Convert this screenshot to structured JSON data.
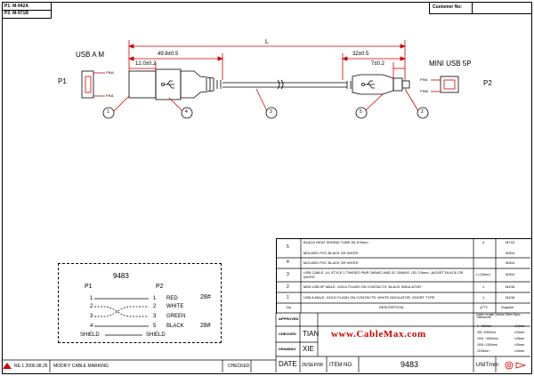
{
  "header": {
    "p1_label": "P1: M-942A",
    "p2_label": "P2: M-971B",
    "customer_no_label": "Customer No:",
    "customer_no_value": ""
  },
  "drawing": {
    "left_connector_name": "USB A M",
    "left_plug_label": "P1",
    "left_pin_top": "PIN4",
    "left_pin_bottom": "PIN1",
    "right_connector_name": "MINI USB 5P",
    "right_plug_label": "P2",
    "right_pin_top": "PIN1",
    "right_pin_bottom": "PIN5",
    "dim_left_long": "49.8±0.5",
    "dim_left_short": "12.0±0.2",
    "dim_total": "L",
    "dim_right_long": "32±0.5",
    "dim_right_short": "7±0.2",
    "callouts": [
      "1",
      "4",
      "3",
      "5",
      "2"
    ]
  },
  "wiring": {
    "number": "9483",
    "p1": "P1",
    "p2": "P2",
    "rows": [
      {
        "left": "1",
        "right": "1",
        "color": "RED",
        "awg": "28#"
      },
      {
        "left": "2",
        "right": "2",
        "color": "WHITE",
        "awg": ""
      },
      {
        "left": "3",
        "right": "3",
        "color": "GREEN",
        "awg": ""
      },
      {
        "left": "4",
        "right": "5",
        "color": "BLACK",
        "awg": "28#"
      },
      {
        "left": "SHIELD",
        "right": "SHIELD",
        "color": "",
        "awg": ""
      }
    ]
  },
  "bom": {
    "items": [
      {
        "no": "5",
        "desc": "BLACK HEAT SHRINK TUBE Ø1.5*5mm",
        "qty": "4",
        "supplier": "M743"
      },
      {
        "no": "5",
        "desc": "MOLDED PVC BLACK OR WHITE",
        "qty": "",
        "supplier": "M304"
      },
      {
        "no": "4",
        "desc": "MOLDED PVC BLACK OR WHITE",
        "qty": "",
        "supplier": "M304"
      },
      {
        "no": "3",
        "desc": "USB CABLE, UL STYLE 1 TWISED PAIR 28AWG AND 2C 28AWG, OD 3.5mm, JACKET BLACK OR WHITE",
        "qty": "L=20mm",
        "supplier": "M304"
      },
      {
        "no": "2",
        "desc": "MINI USB 5P MALE, GOLD FLASH ON CONTACTS, BLACK INSULATOR",
        "qty": "1",
        "supplier": "M108"
      },
      {
        "no": "1",
        "desc": "USB A MALE, GOLD FLASH ON CONTACTS, WHITE INSULATOR, SHORT TYPE",
        "qty": "1",
        "supplier": "M108"
      }
    ],
    "head_no": "No",
    "head_desc": "DESCRIPTION",
    "head_qty": "Q'TY",
    "head_supplier": "Supplier"
  },
  "title_block": {
    "approved_label": "APPROVED",
    "checked_label": "CHECKED",
    "checked_value": "TIAN",
    "drawing_label": "DRAWING",
    "drawing_value": "XIE",
    "date_label": "DATE",
    "date_value": "26/SEP/08",
    "item_no_label": "ITEM NO.",
    "item_no_value": "9483",
    "brand": "www.CableMax.com",
    "unit_label": "UNIT:mm",
    "tolerance_title": "Cable Length Unless Other Spec. Tolerances",
    "tolerance_rows": [
      [
        "0 ~300mm",
        "±10mm"
      ],
      [
        "301~1000mm",
        "±20mm"
      ],
      [
        "1001 ~1500mm",
        "±25mm"
      ],
      [
        "1501~2100mm",
        "±30mm"
      ],
      [
        "2100mm ↑",
        "±40mm"
      ]
    ]
  },
  "footer": {
    "revision": "RE.1  2006.08.26",
    "modify_note": "MODIFY CABLE MARKING",
    "checked_label": "CHECKED"
  }
}
